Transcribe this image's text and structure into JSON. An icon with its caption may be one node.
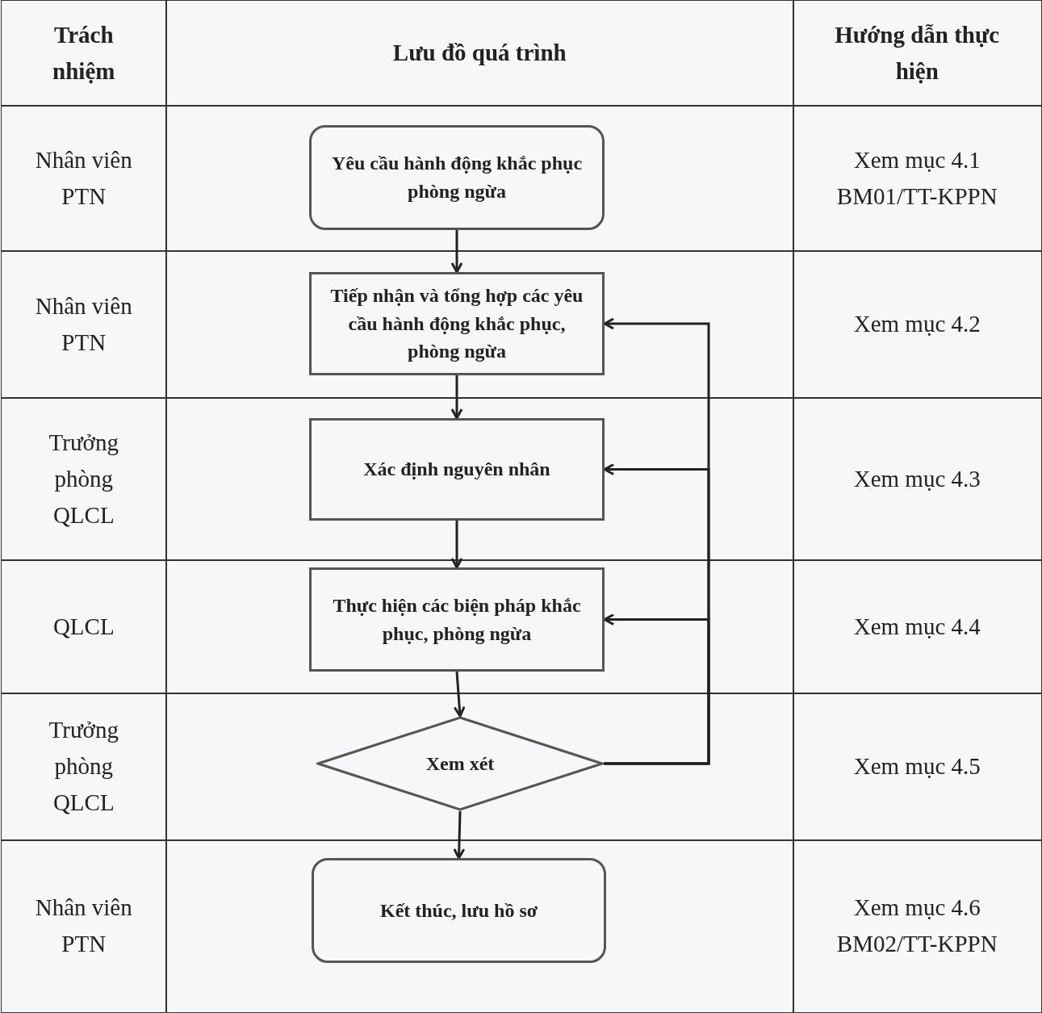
{
  "diagram": {
    "nodes": [
      {
        "text": [
          "Yêu cầu hành động khắc phục phòng ngừa"
        ]
      },
      {
        "text": [
          "Tiếp nhận và tổng hợp các yêu cầu hành động khắc phục, phòng ngừa"
        ]
      },
      {
        "text": [
          "Xác định nguyên nhân"
        ]
      },
      {
        "text": [
          "Thực hiện các biện pháp khắc phục, phòng ngừa"
        ]
      },
      {
        "text": [
          "Xem xét"
        ]
      },
      {
        "text": [
          "Kết thúc, lưu hồ sơ"
        ]
      }
    ],
    "edges": [
      {
        "from": 0,
        "to": 1,
        "arrow": "to"
      },
      {
        "from": 1,
        "to": 2,
        "arrow": "to"
      },
      {
        "from": 2,
        "to": 3,
        "arrow": "to"
      },
      {
        "from": 3,
        "to": 4,
        "arrow": "to"
      },
      {
        "from": 4,
        "to": 5,
        "arrow": "to"
      },
      {
        "from": 4,
        "to": 1,
        "arrow": "to"
      },
      {
        "from": 4,
        "to": 2,
        "arrow": "to"
      },
      {
        "from": 4,
        "to": 3,
        "arrow": "to"
      }
    ],
    "labels": [
      "Trách nhiệm",
      "Lưu đồ quá trình",
      "Hướng dẫn thực hiện",
      "Nhân viên PTN",
      "Xem mục 4.1 BM01/TT-KPPN",
      "Nhân viên PTN",
      "Xem mục 4.2",
      "Trưởng phòng QLCL",
      "Xem mục 4.3",
      "QLCL",
      "Xem mục 4.4",
      "Trưởng phòng QLCL",
      "Xem mục 4.5",
      "Nhân viên PTN",
      "Xem mục 4.6 BM02/TT-KPPN"
    ]
  }
}
